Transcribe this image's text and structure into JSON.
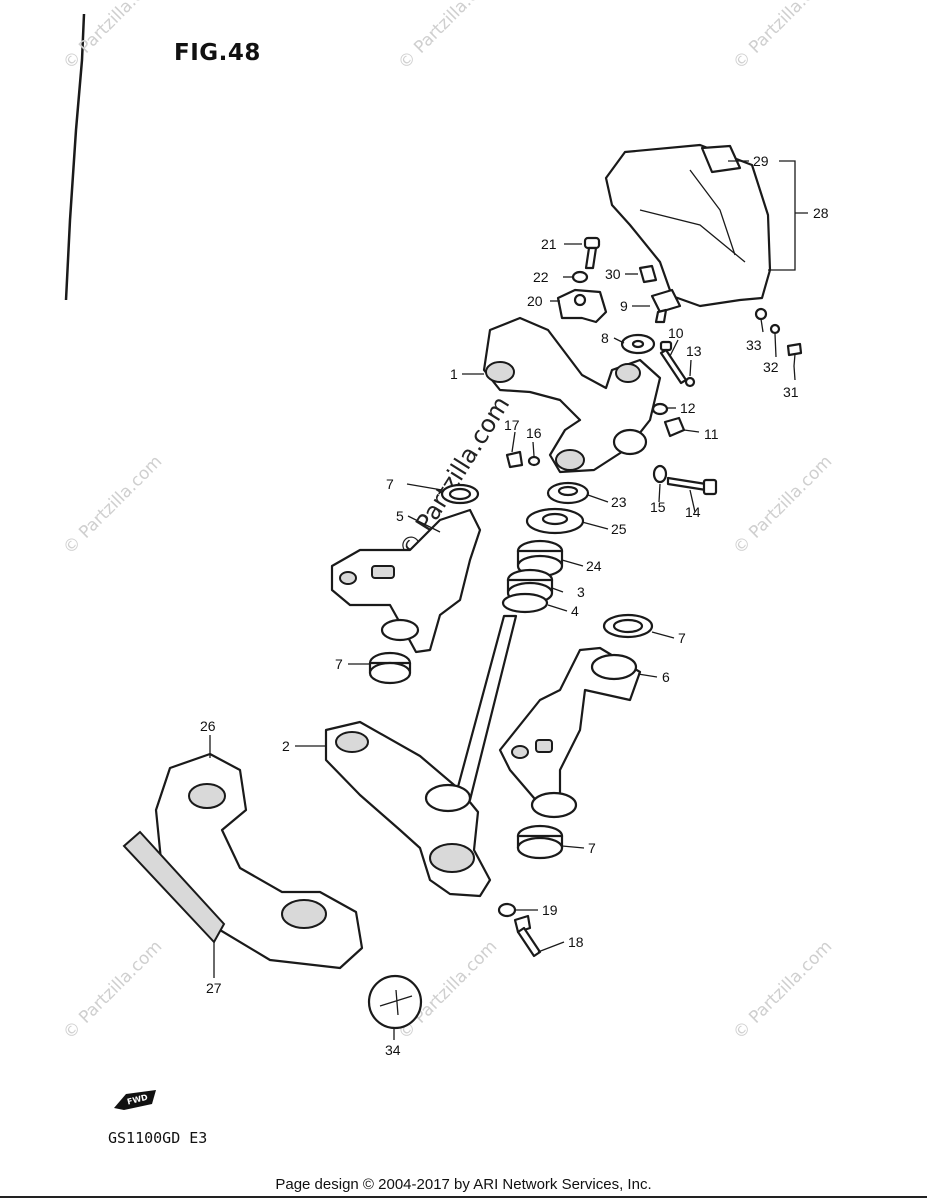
{
  "figure": {
    "title": "FIG.48",
    "model": "GS1100GD  E3"
  },
  "footer": {
    "text": "Page design © 2004-2017 by ARI Network Services, Inc."
  },
  "direction_indicator": {
    "label": "FWD"
  },
  "watermark": {
    "text": "© Partzilla.com"
  },
  "callouts": [
    {
      "id": "c1",
      "label": "1"
    },
    {
      "id": "c2",
      "label": "2"
    },
    {
      "id": "c3",
      "label": "3"
    },
    {
      "id": "c4",
      "label": "4"
    },
    {
      "id": "c5",
      "label": "5"
    },
    {
      "id": "c6",
      "label": "6"
    },
    {
      "id": "c7a",
      "label": "7"
    },
    {
      "id": "c7b",
      "label": "7"
    },
    {
      "id": "c7c",
      "label": "7"
    },
    {
      "id": "c7d",
      "label": "7"
    },
    {
      "id": "c8",
      "label": "8"
    },
    {
      "id": "c9",
      "label": "9"
    },
    {
      "id": "c10",
      "label": "10"
    },
    {
      "id": "c11",
      "label": "11"
    },
    {
      "id": "c12",
      "label": "12"
    },
    {
      "id": "c13",
      "label": "13"
    },
    {
      "id": "c14",
      "label": "14"
    },
    {
      "id": "c15",
      "label": "15"
    },
    {
      "id": "c16",
      "label": "16"
    },
    {
      "id": "c17",
      "label": "17"
    },
    {
      "id": "c18",
      "label": "18"
    },
    {
      "id": "c19",
      "label": "19"
    },
    {
      "id": "c20",
      "label": "20"
    },
    {
      "id": "c21",
      "label": "21"
    },
    {
      "id": "c22",
      "label": "22"
    },
    {
      "id": "c23",
      "label": "23"
    },
    {
      "id": "c24",
      "label": "24"
    },
    {
      "id": "c25",
      "label": "25"
    },
    {
      "id": "c26",
      "label": "26"
    },
    {
      "id": "c27",
      "label": "27"
    },
    {
      "id": "c28",
      "label": "28"
    },
    {
      "id": "c29",
      "label": "29"
    },
    {
      "id": "c30",
      "label": "30"
    },
    {
      "id": "c31",
      "label": "31"
    },
    {
      "id": "c32",
      "label": "32"
    },
    {
      "id": "c33",
      "label": "33"
    },
    {
      "id": "c34",
      "label": "34"
    }
  ]
}
